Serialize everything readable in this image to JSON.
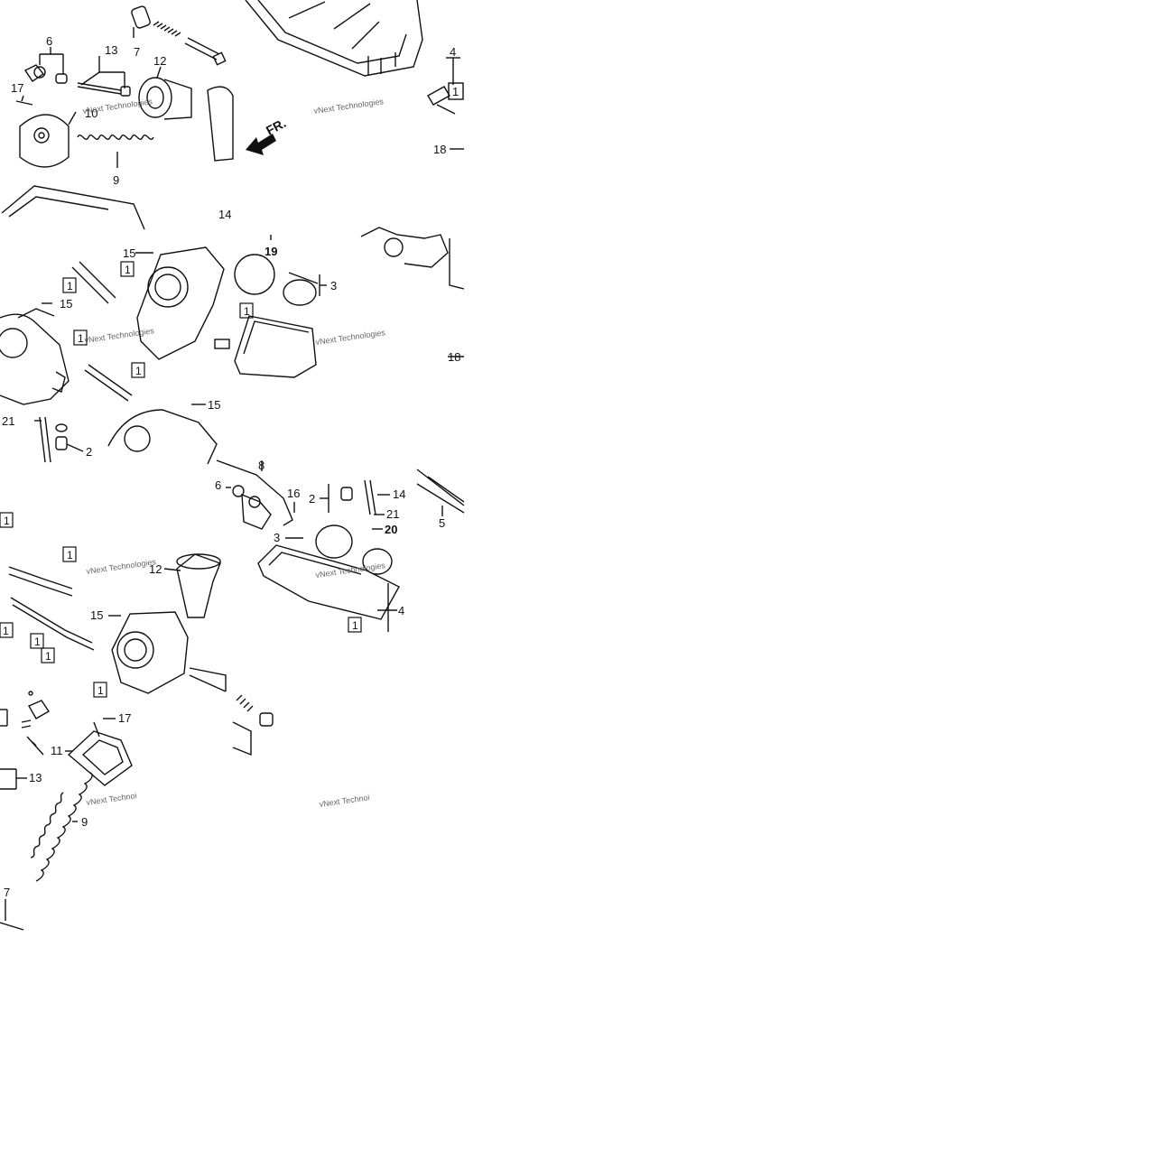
{
  "diagram": {
    "arrow_label": "FR.",
    "watermark": "vNext Technologies",
    "watermark_cut": "vNext Technoi",
    "tiles": [
      {
        "callouts": [
          "6",
          "13",
          "7",
          "12",
          "17",
          "10",
          "9",
          "14"
        ],
        "boxes": []
      },
      {
        "callouts": [
          "4",
          "18"
        ],
        "boxes": [
          "1"
        ]
      },
      {
        "callouts": [
          "15",
          "15",
          "21",
          "2",
          "15",
          "19",
          "3",
          "18"
        ],
        "boxes": [
          "1",
          "1",
          "1",
          "1",
          "1"
        ]
      },
      {
        "callouts": [
          "8",
          "6",
          "16",
          "2",
          "14",
          "21",
          "20",
          "3",
          "5",
          "12",
          "15",
          "4"
        ],
        "boxes": [
          "1",
          "1",
          "1",
          "1",
          "1",
          "1",
          "1"
        ]
      },
      {
        "callouts": [
          "17",
          "11",
          "13",
          "9",
          "7"
        ],
        "boxes": []
      }
    ]
  }
}
